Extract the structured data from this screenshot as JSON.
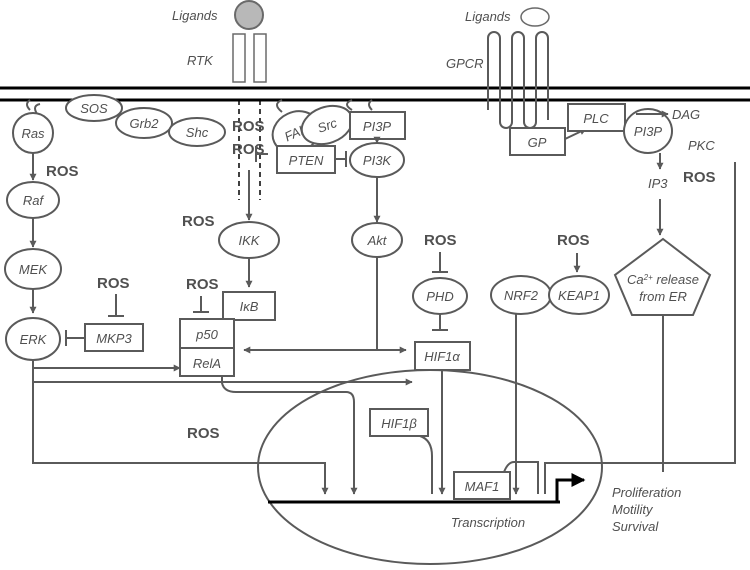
{
  "labels": {
    "ligands_rtk": "Ligands",
    "rtk": "RTK",
    "ligands_gpcr": "Ligands",
    "gpcr": "GPCR",
    "sos": "SOS",
    "grb2": "Grb2",
    "shc": "Shc",
    "ras": "Ras",
    "raf": "Raf",
    "mek": "MEK",
    "erk": "ERK",
    "mkp3": "MKP3",
    "fak": "FAK",
    "src": "Src",
    "pi3p_left": "PI3P",
    "pten": "PTEN",
    "pi3k": "PI3K",
    "akt": "Akt",
    "ikk": "IKK",
    "ikb": "IκB",
    "p50": "p50",
    "rela": "RelA",
    "phd": "PHD",
    "hif1a": "HIF1α",
    "hif1b": "HIF1β",
    "nrf2": "NRF2",
    "keap1": "KEAP1",
    "maf1": "MAF1",
    "gp": "GP",
    "plc": "PLC",
    "pi3p_right": "PI3P",
    "dag": "DAG",
    "pkc": "PKC",
    "ip3": "IP3",
    "ca_line1_main": "Ca",
    "ca_superscript": "2+",
    "ca_line1_rest": " release",
    "ca_line2": "from ER",
    "transcription": "Transcription",
    "outcome_1": "Proliferation",
    "outcome_2": "Motility",
    "outcome_3": "Survival"
  },
  "ros": {
    "ras": "ROS",
    "rtk": "ROS",
    "pten": "ROS",
    "ikk": "ROS",
    "p50": "ROS",
    "mkp3": "ROS",
    "phd": "ROS",
    "keap1": "ROS",
    "pkc": "ROS",
    "nucleus": "ROS"
  }
}
